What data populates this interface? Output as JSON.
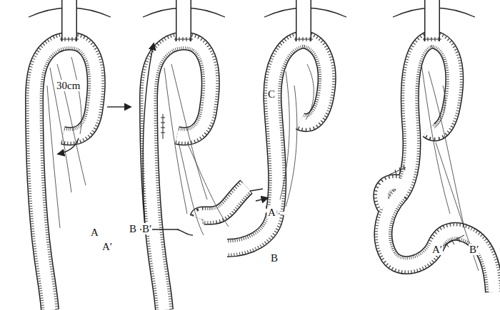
{
  "diagram": {
    "labels": [
      "30cm",
      "A",
      "B",
      "B′",
      "A′",
      "C",
      "A",
      "B",
      "A′",
      "B′"
    ]
  }
}
